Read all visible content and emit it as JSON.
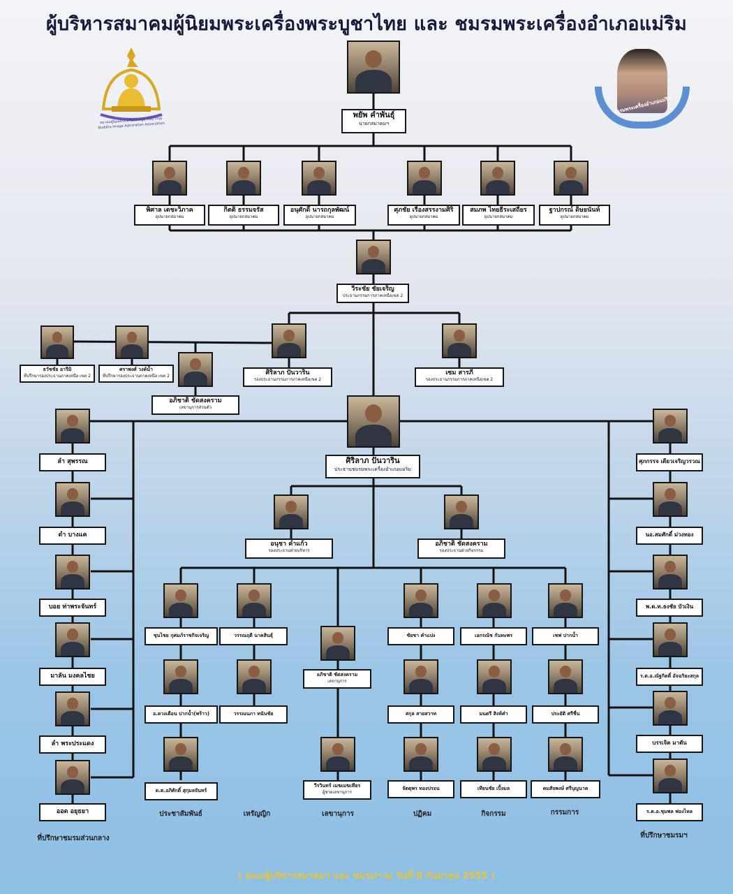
{
  "title": "ผู้บริหารสมาคมผู้นิยมพระเครื่องพระบูชาไทย และ ชมรมพระเครื่องอำเภอแม่ริม",
  "logo_left_text": "สมาคมผู้นิยมพระเครื่องพระบูชาไทย Thai Buddha Image Admiration Association",
  "logo_right_text": "ชมรมพระเครื่องอำเภอแม่ริม",
  "footer": "( คณะผู้บริหารสมาคมฯ และ ชมรมฯ ณ วันที่ 8 กันยายน 2555 )",
  "president": {
    "name": "พยัพ คำพันธุ์",
    "role": "นายกสมาคมฯ"
  },
  "vice_presidents": [
    {
      "name": "พิศาล เตชะวิภาค",
      "role": "อุปนายกสมาคม"
    },
    {
      "name": "กิตติ ธรรมจรัส",
      "role": "อุปนายกสมาคม"
    },
    {
      "name": "อนุศักดิ์ นารถกุลพัฒน์",
      "role": "อุปนายกสมาคม"
    },
    {
      "name": "ศุภชัย เรืองสรรงามศิริ",
      "role": "อุปนายกสมาคม"
    },
    {
      "name": "สมภพ ไทยธีระเสถียร",
      "role": "อุปนายกสมาคม"
    },
    {
      "name": "ฐาปกรณ์ ดิษยนันท์",
      "role": "อุปนายกสมาคม"
    }
  ],
  "regional_chair": {
    "name": "วีระชัย ชัยเจริญ",
    "role": "ประธานกรรมการภาคเหนือเขต 2"
  },
  "regional_advisors": [
    {
      "name": "ธวัชชัย อารีมิ",
      "role": "ที่ปรึกษารองประธานภาคเหนือ เขต 2"
    },
    {
      "name": "ศราพงศ์ วงค์น้ำ",
      "role": "ที่ปรึกษารองประธานภาคเหนือ เขต 2"
    }
  ],
  "regional_vice": [
    {
      "name": "ศิริลาภ ปันวาริน",
      "role": "รองประธานกรรมการภาคเหนือเขต 2"
    },
    {
      "name": "เซม สารภี",
      "role": "รองประธานกรรมการภาคเหนือเขต 2"
    }
  ],
  "regional_secretary": {
    "name": "อภิชาติ ชัดสงคราม",
    "role": "เลขานุการส่วนตัว"
  },
  "club_chair": {
    "name": "ศิริลาภ ปันวาริน",
    "role": "ประธานชมรมพระเครื่องอำเภอแม่ริม"
  },
  "club_vice": [
    {
      "name": "อนุชา คำแก้ว",
      "role": "รองประธานฝ่ายบริหาร"
    },
    {
      "name": "อภิชาติ ชัดสงคราม",
      "role": "รองประธานฝ่ายกิจกรรม"
    }
  ],
  "left_advisors": [
    "ลำ สุพรรณ",
    "ดำ บางแค",
    "บอย ท่าพระจันทร์",
    "มาลัน มงคลไชย",
    "ลำ พระประแดง",
    "ออด อยุธยา"
  ],
  "left_advisors_label": "ที่ปรึกษาชมรมส่วนกลาง",
  "right_advisors": [
    "ศุภกรรจ เตียวเจริญวรวณ",
    "นอ.สมศักดิ์ ม่วงทอง",
    "พ.ต.ท.ธงชัย บัวเงิน",
    "ร.ต.อ.ณัฐกิตติ์ อัจฉริยะสกุล",
    "บรรเจิด มาตัน",
    "ร.ต.อ.ชุมพล ฟองไหล"
  ],
  "right_advisors_label": "ที่ปรึกษาชมรมฯ",
  "departments": [
    {
      "label": "ประชาสัมพันธ์",
      "members": [
        "ชุนไชย กุศมภ์ราชกิจเจริญ",
        "อ.ดวงเดือน ปากน้ำ(พร้าว)",
        "ด.ต.อภิศักดิ์ สุกุมลจันทร์"
      ]
    },
    {
      "label": "เหรัญญิก",
      "members": [
        "วรรณฤดี นาคสินธุ์",
        "วรรณนภา ทนันชัย"
      ]
    },
    {
      "label": "เลขานุการ",
      "members": [
        "อภิชาติ ชัดสงคราม",
        "วีรวินทร์ เมฆเมฆเทียร"
      ],
      "roles": [
        "เลขานุการ",
        "ผู้ช่วยเลขานุการ"
      ]
    },
    {
      "label": "ปฏิคม",
      "members": [
        "ชัยชา คำแปง",
        "สกุล สายสวาท",
        "จัตตุพร ทองปรอน"
      ]
    },
    {
      "label": "กิจกรรม",
      "members": [
        "เอกรณัช กันทะพร",
        "มนตรี สิงห์คำ",
        "เทียนชัย เปิ้งมล"
      ]
    },
    {
      "label": "กรรมการ",
      "members": [
        "เชฟ ปากน้ำ",
        "ประยัติ ศรีชื่น",
        "คมสัจพงษ์ ศรีบุญนาค"
      ]
    }
  ]
}
